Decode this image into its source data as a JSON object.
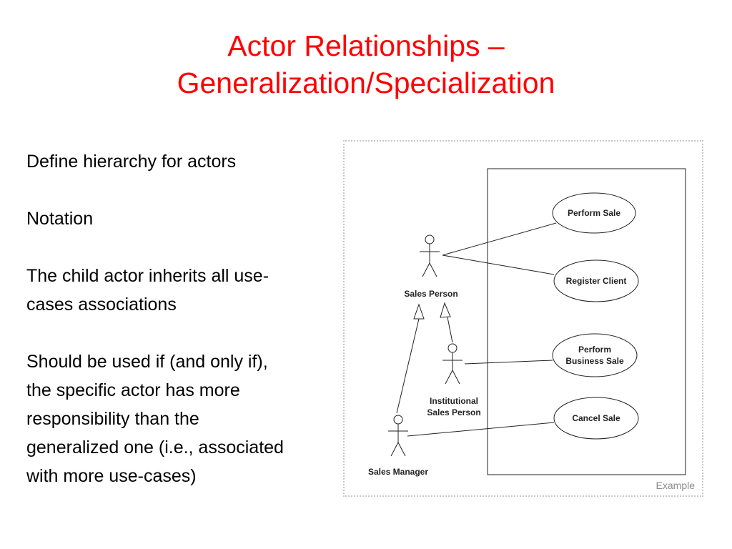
{
  "slide": {
    "title_line1": "Actor Relationships –",
    "title_line2": "Generalization/Specialization",
    "title_color": "#ff0000",
    "bullets": {
      "b1": "Define  hierarchy for actors",
      "b2": "Notation",
      "b3_l1": "The child actor inherits all use-",
      "b3_l2": "cases associations",
      "b4_l1": "Should be used if (and only if),",
      "b4_l2": "the specific actor has more",
      "b4_l3": "responsibility than the",
      "b4_l4": "generalized one (i.e., associated",
      "b4_l5": "with more use-cases)"
    }
  },
  "diagram": {
    "actors": {
      "sales_person": "Sales Person",
      "institutional_l1": "Institutional",
      "institutional_l2": "Sales Person",
      "sales_manager": "Sales Manager"
    },
    "use_cases": {
      "perform_sale": "Perform Sale",
      "register_client": "Register Client",
      "perform_business_sale_l1": "Perform",
      "perform_business_sale_l2": "Business Sale",
      "cancel_sale": "Cancel Sale"
    },
    "caption": "Example"
  }
}
